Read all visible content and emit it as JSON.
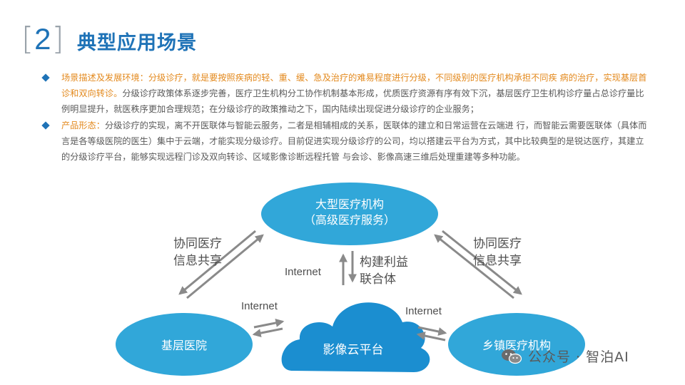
{
  "header": {
    "bracket_left": "[",
    "number": "2",
    "bracket_right": "]",
    "title": "典型应用场景"
  },
  "bullets": [
    {
      "label": "场景描述及发展环境：",
      "highlight": "分级诊疗，就是要按照疾病的轻、重、缓、急及治疗的难易程度进行分级，不同级别的医疗机构承担不同疾 病的治疗，实现基层首诊和双向转诊。",
      "body": "分级诊疗政策体系逐步完善，医疗卫生机构分工协作机制基本形成，优质医疗资源有序有效下沉，基层医疗卫生机构诊疗量占总诊疗量比例明显提升，就医秩序更加合理规范；在分级诊疗的政策推动之下，国内陆续出现促进分级诊疗的企业服务；"
    },
    {
      "label": "产品形态：",
      "highlight": "",
      "body": "分级诊疗的实现，离不开医联体与智能云服务，二者是相辅相成的关系，医联体的建立和日常运营在云端进 行，而智能云需要医联体（具体而言是各等级医院的医生）集中于云端，才能实现分级诊疗。目前促进实现分级诊疗的公司，均以搭建云平台为方式，其中比较典型的是锐达医疗，其建立的分级诊疗平台，能够实现远程门诊及双向转诊、区域影像诊断远程托管 与会诊、影像高速三维后处理重建等多种功能。"
    }
  ],
  "diagram": {
    "top_node": {
      "line1": "大型医疗机构",
      "line2": "（高级医疗服务）"
    },
    "left_node": "基层医院",
    "right_node": "乡镇医疗机构",
    "cloud_node": "影像云平台",
    "left_link_label": {
      "line1": "协同医疗",
      "line2": "信息共享"
    },
    "right_link_label": {
      "line1": "协同医疗",
      "line2": "信息共享"
    },
    "center_link_label": {
      "line1": "构建利益",
      "line2": "联合体"
    },
    "center_internet": "Internet",
    "left_internet": "Internet",
    "right_internet": "Internet"
  },
  "watermark": {
    "text": "公众号 · 智泊AI"
  },
  "colors": {
    "accent_blue": "#1f73b7",
    "highlight_orange": "#e3891d",
    "ellipse_blue": "#31a7d9",
    "cloud_blue": "#1b8ed0",
    "arrow_gray": "#8a8a8a"
  }
}
